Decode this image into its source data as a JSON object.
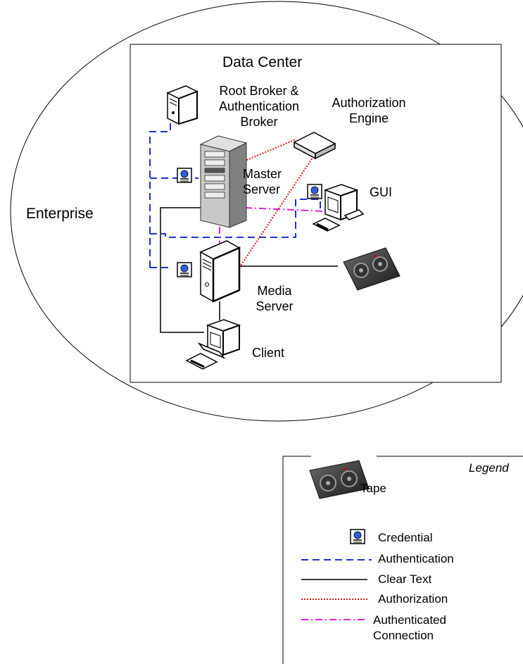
{
  "diagram": {
    "enterprise_label": "Enterprise",
    "datacenter_label": "Data Center",
    "nodes": {
      "root_broker": [
        "Root Broker &",
        "Authentication",
        "Broker"
      ],
      "authorization_engine": [
        "Authorization",
        "Engine"
      ],
      "master_server": [
        "Master",
        "Server"
      ],
      "gui": "GUI",
      "media_server": [
        "Media",
        "Server"
      ],
      "client": "Client"
    }
  },
  "legend": {
    "title": "Legend",
    "items": {
      "tape": "Tape",
      "credential": "Credential",
      "authentication": "Authentication",
      "clear_text": "Clear Text",
      "authorization": "Authorization",
      "authenticated_connection": [
        "Authenticated",
        "Connection"
      ]
    }
  },
  "colors": {
    "authentication": "#1f2fd6",
    "clear_text": "#000000",
    "authorization": "#e01818",
    "authenticated_connection": "#e020e0"
  }
}
